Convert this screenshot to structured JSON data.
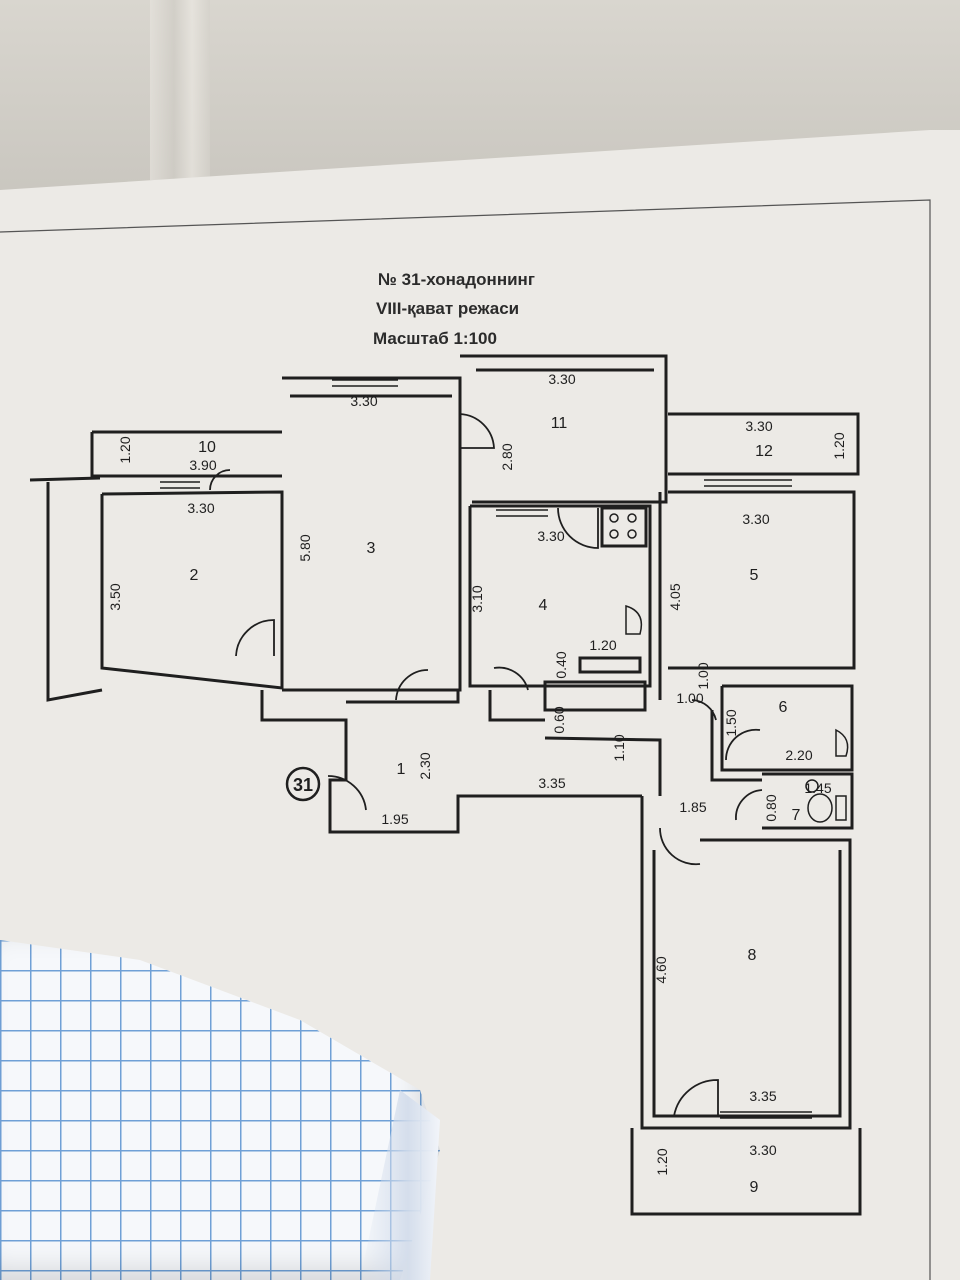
{
  "title": {
    "line1": "№ 31-хонадоннинг",
    "line2": "VIII-қават режаси",
    "line3": "Масштаб  1:100"
  },
  "apartment_badge": "31",
  "rooms": [
    {
      "id": "room-1",
      "label": "1"
    },
    {
      "id": "room-2",
      "label": "2"
    },
    {
      "id": "room-3",
      "label": "3"
    },
    {
      "id": "room-4",
      "label": "4"
    },
    {
      "id": "room-5",
      "label": "5"
    },
    {
      "id": "room-6",
      "label": "6"
    },
    {
      "id": "room-7",
      "label": "7"
    },
    {
      "id": "room-8",
      "label": "8"
    },
    {
      "id": "room-9",
      "label": "9"
    },
    {
      "id": "room-10",
      "label": "10"
    },
    {
      "id": "room-11",
      "label": "11"
    },
    {
      "id": "room-12",
      "label": "12"
    }
  ],
  "dimensions": [
    {
      "id": "dim-10-width",
      "label": "1.20"
    },
    {
      "id": "dim-10-length",
      "label": "3.90"
    },
    {
      "id": "dim-2-width",
      "label": "3.30"
    },
    {
      "id": "dim-2-depth",
      "label": "3.50"
    },
    {
      "id": "dim-3-width",
      "label": "3.30"
    },
    {
      "id": "dim-3-depth",
      "label": "5.80"
    },
    {
      "id": "dim-11-width",
      "label": "3.30"
    },
    {
      "id": "dim-11-depth",
      "label": "2.80"
    },
    {
      "id": "dim-4-width",
      "label": "3.30"
    },
    {
      "id": "dim-4-depth",
      "label": "3.10"
    },
    {
      "id": "dim-12-width",
      "label": "3.30"
    },
    {
      "id": "dim-12-depth",
      "label": "1.20"
    },
    {
      "id": "dim-5-width",
      "label": "3.30"
    },
    {
      "id": "dim-5-depth",
      "label": "4.05"
    },
    {
      "id": "dim-closet-a",
      "label": "0.40"
    },
    {
      "id": "dim-closet-b",
      "label": "1.20"
    },
    {
      "id": "dim-closet-c",
      "label": "0.60"
    },
    {
      "id": "dim-hall-b",
      "label": "1.10"
    },
    {
      "id": "dim-hall-c",
      "label": "1.00"
    },
    {
      "id": "dim-hall-d",
      "label": "1.00"
    },
    {
      "id": "dim-6-depth",
      "label": "1.50"
    },
    {
      "id": "dim-6-width",
      "label": "2.20"
    },
    {
      "id": "dim-7-width",
      "label": "1.45"
    },
    {
      "id": "dim-7-depth",
      "label": "0.80"
    },
    {
      "id": "dim-1-depth",
      "label": "2.30"
    },
    {
      "id": "dim-1-width",
      "label": "1.95"
    },
    {
      "id": "dim-corridor",
      "label": "3.35"
    },
    {
      "id": "dim-hall-e",
      "label": "1.85"
    },
    {
      "id": "dim-8-depth",
      "label": "4.60"
    },
    {
      "id": "dim-8-width",
      "label": "3.35"
    },
    {
      "id": "dim-9-width",
      "label": "3.30"
    },
    {
      "id": "dim-9-depth",
      "label": "1.20"
    }
  ],
  "colors": {
    "wall": "#1f1f1f",
    "paper": "#eceae6",
    "grid_line": "#6fa0d6"
  }
}
